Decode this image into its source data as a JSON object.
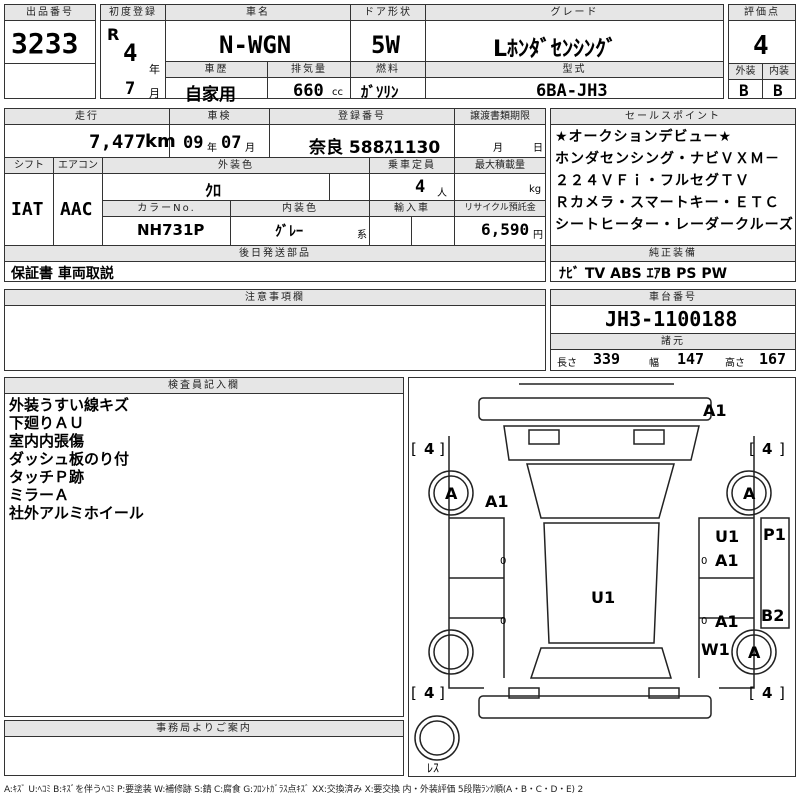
{
  "header": {
    "lot_label": "出品番号",
    "lot_no": "3233",
    "first_reg_label": "初度登録",
    "era": "R",
    "year": "4",
    "year_unit": "年",
    "month": "7",
    "month_unit": "月",
    "car_name_label": "車名",
    "car_name": "N-WGN",
    "door_label": "ドア形状",
    "door": "5W",
    "grade_label": "グレード",
    "grade": "Lﾎﾝﾀﾞｾﾝｼﾝｸﾞ",
    "score_label": "評価点",
    "score": "4",
    "history_label": "車歴",
    "history": "自家用",
    "displacement_label": "排気量",
    "displacement": "660",
    "displacement_unit": "cc",
    "fuel_label": "燃料",
    "fuel": "ｶﾞｿﾘﾝ",
    "model_label": "型式",
    "model": "6BA-JH3",
    "ext_grade_label": "外装",
    "ext_grade": "B",
    "int_grade_label": "内装",
    "int_grade": "B"
  },
  "row2": {
    "mileage_label": "走行",
    "mileage": "7,477",
    "mileage_unit": "km",
    "inspection_label": "車検",
    "insp_year": "09",
    "insp_year_unit": "年",
    "insp_month": "07",
    "insp_month_unit": "月",
    "reg_label": "登録番号",
    "reg_no": "奈良 588ｽ1130",
    "transfer_label": "譲渡書類期限",
    "transfer_month_unit": "月",
    "transfer_day_unit": "日",
    "shift_label": "シフト",
    "shift": "IAT",
    "ac_label": "エアコン",
    "ac": "AAC",
    "ext_color_label": "外装色",
    "ext_color": "ｸﾛ",
    "capacity_label": "乗車定員",
    "capacity": "4",
    "capacity_unit": "人",
    "max_load_label": "最大積載量",
    "max_load_unit": "kg",
    "color_no_label": "カラーNo.",
    "color_no": "NH731P",
    "int_color_label": "内装色",
    "int_color": "ｸﾞﾚｰ",
    "int_color_suffix": "系",
    "import_label": "輸入車",
    "recycle_label": "リサイクル預託金",
    "recycle": "6,590",
    "recycle_unit": "円",
    "later_label": "後日発送部品",
    "later": "保証書 車両取説"
  },
  "sales": {
    "label": "セールスポイント",
    "lines": [
      "★オークションデビュー★",
      "ホンダセンシング・ナビＶＸＭ－",
      "２２４ＶＦｉ・フルセグＴＶ",
      "Ｒカメラ・スマートキー・ＥＴＣ",
      "シートヒーター・レーダークルーズ"
    ]
  },
  "equipment": {
    "label": "純正装備",
    "value": "ﾅﾋﾞ TV ABS ｴｱB PS PW"
  },
  "notice": {
    "label": "注意事項欄"
  },
  "chassis": {
    "label": "車台番号",
    "value": "JH3-1100188"
  },
  "dims": {
    "label": "諸元",
    "len_label": "長さ",
    "len": "339",
    "width_label": "幅",
    "width": "147",
    "height_label": "高さ",
    "height": "167"
  },
  "inspector": {
    "label": "検査員記入欄",
    "notes": [
      "外装うすい線キズ",
      "下廻りＡＵ",
      "室内内張傷",
      "ダッシュ板のり付",
      "タッチＰ跡",
      "ミラーＡ",
      "社外アルミホイール"
    ]
  },
  "diagram": {
    "tire_fl": "4",
    "tire_fr": "4",
    "tire_rl": "4",
    "tire_rr": "4",
    "tire_bracket_left": "[",
    "tire_bracket_right": "]",
    "mark_front_bumper": "A1",
    "mark_tire_fl": "A",
    "mark_tire_fr": "A",
    "mark_tire_rr": "A",
    "mark_fl_fender": "A1",
    "mark_roof": "U1",
    "mark_r_front_door_1": "U1",
    "mark_r_front_door_2": "A1",
    "mark_r_pillar": "P1",
    "mark_r_rear_door": "A1",
    "mark_r_quarter": "B2",
    "mark_r_rear_corner": "W1",
    "door_mark_left_front": "0",
    "door_mark_left_rear": "0",
    "door_mark_right_front": "0",
    "door_mark_right_rear": "0",
    "spare_label": "ﾚｽ"
  },
  "office": {
    "label": "事務局よりご案内"
  },
  "legend": "A:ｷｽﾞ U:ﾍｺﾐ B:ｷｽﾞを伴うﾍｺﾐ P:要塗装 W:補修跡 S:錆 C:腐食 G:ﾌﾛﾝﾄｶﾞﾗｽ点ｷｽﾞ XX:交換済み X:要交換 内・外装評価 5段階ﾗﾝｸ順(A・B・C・D・E) 2"
}
